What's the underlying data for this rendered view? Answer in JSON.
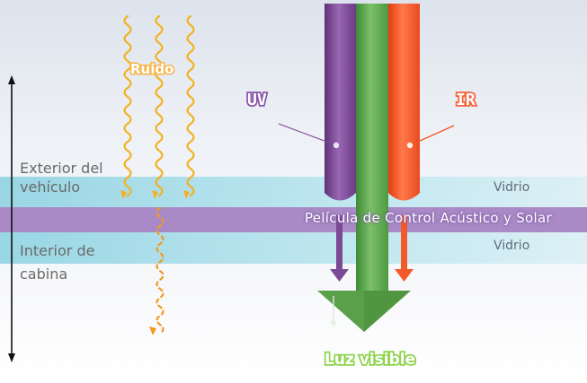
{
  "colors": {
    "glass": "#a9dfea",
    "film": "#a98ac6",
    "noise": "#f3b221",
    "noise_transmitted": "#f29a1e",
    "uv": "#7c4a95",
    "visible": "#5aa04a",
    "ir": "#f25a2a"
  },
  "labels": {
    "noise": "Ruido",
    "uv": "UV",
    "ir": "IR",
    "exterior": [
      "Exterior del",
      "vehículo"
    ],
    "interior": [
      "Interior de",
      "cabina"
    ],
    "glass_top": "Vidrio",
    "glass_bottom": "Vidrio",
    "film": "Película de Control Acústico y Solar",
    "visible_light": "Luz visible"
  },
  "icons": {
    "side_axis": "double-arrow-icon"
  }
}
